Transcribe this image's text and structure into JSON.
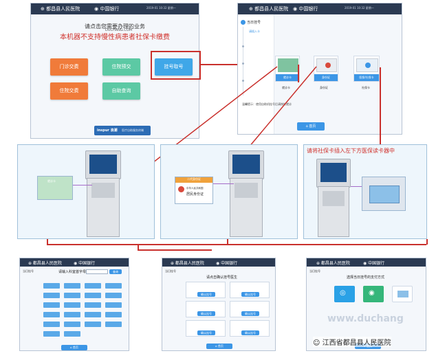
{
  "screen1": {
    "title": "请点击您需要办理的业务",
    "notice": "本机器不支持慢性病患者社保卡缴费",
    "watermark": "DUCHANG.COM",
    "buttons": [
      "门诊交费",
      "住院预交",
      "挂号取号",
      "住院交费",
      "自助查询"
    ],
    "footer_brand": "inspur 浪潮",
    "footer_text": "医疗自助服务终端",
    "hospital": "都昌县人民医院",
    "bank": "中国银行"
  },
  "screen2": {
    "side_title": "当日挂号",
    "side_step": "请插入卡",
    "cards": [
      "就诊卡",
      "身份证",
      "医保/社保卡"
    ],
    "card_captions": [
      "就诊卡",
      "身份证",
      "社保卡"
    ],
    "note": "温馨提示：使用自助机挂号后请按时就诊",
    "home_label": "首页"
  },
  "instruction": "请将社保卡插入左下方医保读卡器中",
  "card_photo1": "就诊卡",
  "idcard_title": "二代身份证",
  "idcard_sub1": "中华人民共和国",
  "idcard_sub2": "居民身份证",
  "bottom1": {
    "title": "请输入科室首字母",
    "search": "查询",
    "home": "首页",
    "side_title": "当日挂号"
  },
  "bottom2": {
    "title": "请点击确认挂号医生",
    "confirm": "确认挂号",
    "home": "首页",
    "side_title": "当日挂号"
  },
  "bottom3": {
    "title": "选择当日挂号的支付方式",
    "home": "首页",
    "side_title": "当日挂号"
  },
  "watermark_bottom": "www.duchang",
  "credit": "江西省都昌县人民医院",
  "colors": {
    "accent_red": "#c9302c",
    "brand_blue": "#3c96e6",
    "orange": "#f07b3a",
    "green": "#5cc9a4"
  }
}
